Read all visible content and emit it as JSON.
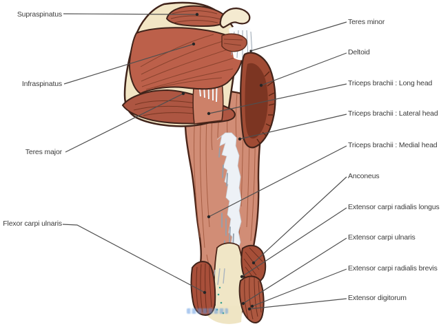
{
  "figure": {
    "type": "anatomical-diagram",
    "labels": {
      "left": [
        {
          "text": "Supraspinatus"
        },
        {
          "text": "Infraspinatus"
        },
        {
          "text": "Teres major"
        },
        {
          "text": "Flexor carpi ulnaris"
        }
      ],
      "right": [
        {
          "text": "Teres minor"
        },
        {
          "text": "Deltoid"
        },
        {
          "text": "Triceps brachii : Long head"
        },
        {
          "text": "Triceps brachii : Lateral head"
        },
        {
          "text": "Triceps brachii : Medial head"
        },
        {
          "text": "Anconeus"
        },
        {
          "text": "Extensor carpi radialis longus"
        },
        {
          "text": "Extensor carpi ulnaris"
        },
        {
          "text": "Extensor carpi radialis brevis"
        },
        {
          "text": "Extensor digitorum"
        }
      ]
    },
    "colors": {
      "muscle_red": "#bc604a",
      "muscle_pink": "#d18d76",
      "muscle_mid": "#ad5842",
      "deltoid_dark": "#7c3522",
      "deltoid_light": "#a04b34",
      "bone_cream": "#f2e6c5",
      "outline_dark": "#40231a",
      "tendon_white": "#edf1f6",
      "strand_gray": "#9aa5b1",
      "leader_line": "#4f4f4f",
      "label_text": "#3b3b3b",
      "pointer_dot": "#262626",
      "watermark_blue": "#5f98e0"
    }
  }
}
